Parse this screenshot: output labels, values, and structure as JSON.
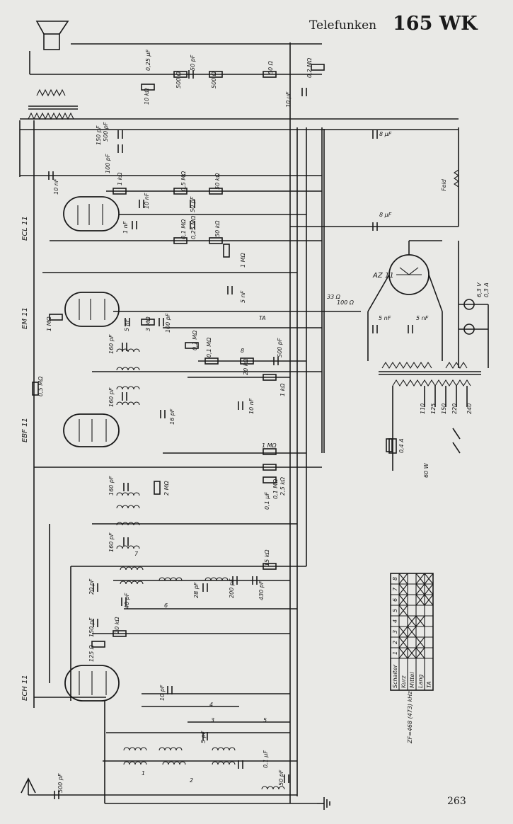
{
  "header": {
    "brand": "Telefunken",
    "model": "165 WK"
  },
  "page_number": "263",
  "tubes": [
    "ECL 11",
    "EM 11",
    "EBF 11",
    "ECH 11",
    "AZ 11"
  ],
  "components": {
    "output": [
      "0,25 µF",
      "50 pF",
      "500 Ω",
      "500 Ω",
      "50 Ω",
      "0,2 MΩ",
      "10 kΩ",
      "10 µF"
    ],
    "tone": [
      "150 pF",
      "500 pF",
      "100 pF",
      "10 nF"
    ],
    "ecl": [
      "1 kΩ",
      "10 nF",
      "0,5 MΩ",
      "50 kΩ",
      "50 pF",
      "1 nF",
      "0,1 MΩ",
      "0,25 MΩ",
      "50 kΩ",
      "1 MΩ",
      "5 nF"
    ],
    "em": [
      "1 MΩ",
      "5 nF",
      "3 MΩ",
      "100 pF",
      "0,1 MΩ",
      "0,1 MΩ",
      "33 Ω",
      "100 Ω",
      "TA",
      "8",
      "500 pF",
      "20 kΩ",
      "1 kΩ",
      "10 nF"
    ],
    "if": [
      "160 pF",
      "160 pF",
      "16 pF",
      "0,5 MΩ",
      "1 MΩ",
      "2 MΩ",
      "2,5 kΩ",
      "0,1 MΩ",
      "0,1 µF",
      "160 pF",
      "160 pF",
      "15 kΩ"
    ],
    "osc": [
      "20 pF",
      "40 pF",
      "200 pF",
      "430 pF",
      "28 pF",
      "6",
      "7",
      "150 pF",
      "20 kΩ",
      "125 Ω"
    ],
    "input": [
      "10 pF",
      "5 pF",
      "0,1 µF",
      "50 pF",
      "500 pF",
      "1",
      "2",
      "3",
      "4",
      "5"
    ],
    "psu": [
      "8 µF",
      "8 µF",
      "Feld",
      "5 nF",
      "5 nF",
      "6,3 V",
      "0,3 A",
      "110",
      "125",
      "150",
      "220",
      "240",
      "0,4 A",
      "60 W"
    ]
  },
  "switch_table": {
    "header": [
      "Schalter",
      "1",
      "2",
      "3",
      "4",
      "5",
      "6",
      "7",
      "8"
    ],
    "rows": [
      "Kurz",
      "Mittel",
      "Lang",
      "TA"
    ],
    "marks": [
      [
        1,
        2,
        3,
        5,
        6,
        7,
        8
      ],
      [
        1,
        3,
        4
      ],
      [
        1,
        2,
        4,
        6,
        7,
        8
      ],
      [
        6,
        7,
        8
      ]
    ]
  },
  "zf_note": "ZF=468 (473) kHz"
}
